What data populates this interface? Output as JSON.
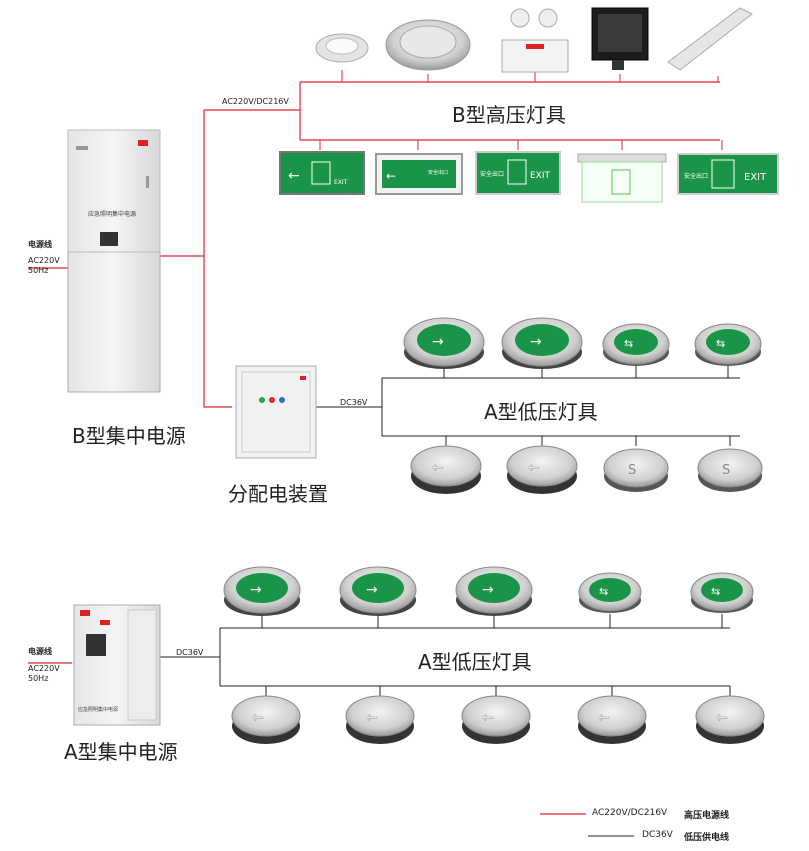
{
  "b_cabinet": {
    "title": "B型集中电源",
    "panel_label": "应急照明集中电源",
    "input_label": "电源线",
    "input_spec_1": "AC220V",
    "input_spec_2": "50Hz",
    "output_voltage": "AC220V/DC216V"
  },
  "b_high_voltage": {
    "title": "B型高压灯具",
    "exit_text": "EXIT",
    "safe_exit_text": "安全出口"
  },
  "distribution": {
    "title": "分配电装置",
    "output_voltage": "DC36V"
  },
  "a_low_voltage_upper": {
    "title": "A型低压灯具"
  },
  "a_cabinet": {
    "title": "A型集中电源",
    "panel_label": "应急照明集中电源",
    "input_label": "电源线",
    "input_spec_1": "AC220V",
    "input_spec_2": "50Hz",
    "output_voltage": "DC36V"
  },
  "a_low_voltage_lower": {
    "title": "A型低压灯具"
  },
  "legend": {
    "red_voltage": "AC220V/DC216V",
    "red_label": "高压电源线",
    "black_voltage": "DC36V",
    "black_label": "低压供电线"
  },
  "colors": {
    "high_voltage_line": "#e0262b",
    "low_voltage_line": "#222222",
    "sign_green": "#1a9446"
  }
}
